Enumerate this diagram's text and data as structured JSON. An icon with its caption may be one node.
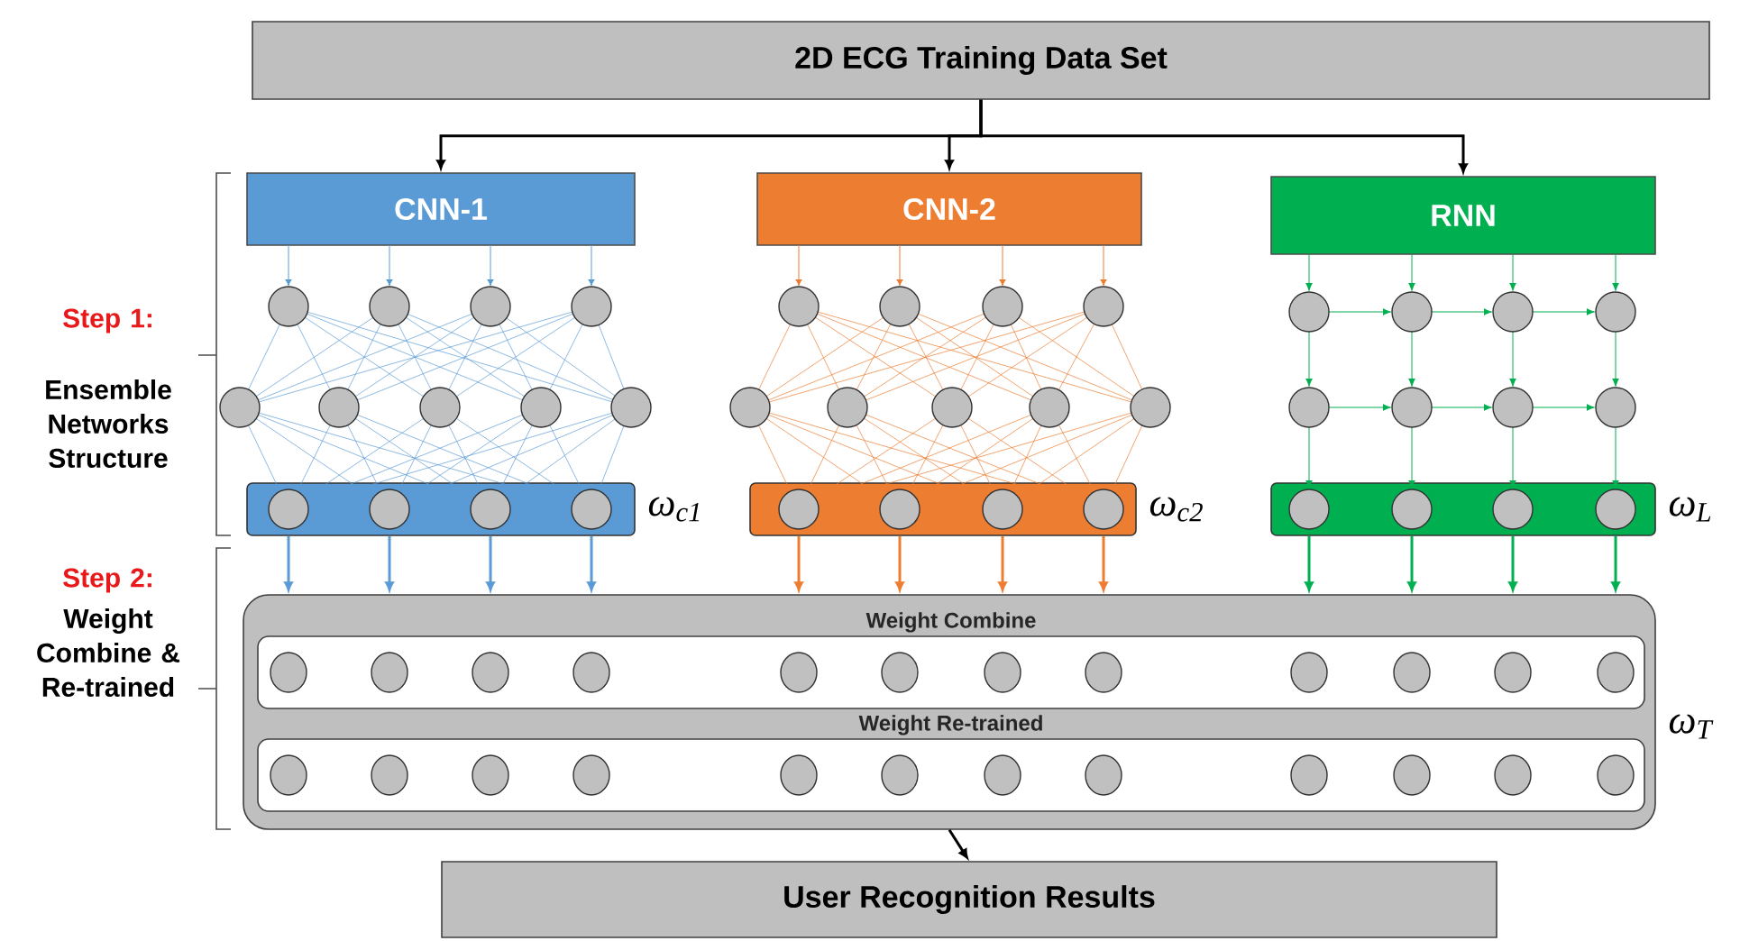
{
  "diagram": {
    "nodes": [
      {
        "text": [
          "2D ECG Training Data Set"
        ]
      },
      {
        "text": [
          "CNN-1"
        ]
      },
      {
        "text": [
          "CNN-2"
        ]
      },
      {
        "text": [
          "RNN"
        ]
      },
      {
        "text": [],
        "shape": "bar",
        "beside": [
          "ω$_{c1}$"
        ]
      },
      {
        "text": [],
        "shape": "bar",
        "beside": [
          "ω$_{c2}$"
        ]
      },
      {
        "text": [],
        "shape": "bar",
        "beside": [
          "ω$_{L}$"
        ]
      },
      {
        "text": [],
        "shape": "box",
        "beside": [
          "ω$_{T}$"
        ]
      },
      {
        "text": [
          "Weight Combine"
        ],
        "in": 7
      },
      {
        "text": [
          "Weight Re-trained"
        ],
        "in": 7
      },
      {
        "text": [
          "User Recognition Results"
        ]
      }
    ],
    "edges": [
      {
        "from": 0,
        "to": 1,
        "arrow": "to",
        "color": "#000000"
      },
      {
        "from": 0,
        "to": 2,
        "arrow": "to",
        "color": "#000000"
      },
      {
        "from": 0,
        "to": 3,
        "arrow": "to",
        "color": "#000000"
      },
      {
        "from": 4,
        "to": 7,
        "arrow": "to",
        "color": "#5b9bd5"
      },
      {
        "from": 4,
        "to": 7,
        "arrow": "to",
        "color": "#5b9bd5"
      },
      {
        "from": 4,
        "to": 7,
        "arrow": "to",
        "color": "#5b9bd5"
      },
      {
        "from": 4,
        "to": 7,
        "arrow": "to",
        "color": "#5b9bd5"
      },
      {
        "from": 5,
        "to": 7,
        "arrow": "to",
        "color": "#ed7d31"
      },
      {
        "from": 5,
        "to": 7,
        "arrow": "to",
        "color": "#ed7d31"
      },
      {
        "from": 5,
        "to": 7,
        "arrow": "to",
        "color": "#ed7d31"
      },
      {
        "from": 5,
        "to": 7,
        "arrow": "to",
        "color": "#ed7d31"
      },
      {
        "from": 6,
        "to": 7,
        "arrow": "to",
        "color": "#00b050"
      },
      {
        "from": 6,
        "to": 7,
        "arrow": "to",
        "color": "#00b050"
      },
      {
        "from": 6,
        "to": 7,
        "arrow": "to",
        "color": "#00b050"
      },
      {
        "from": 6,
        "to": 7,
        "arrow": "to",
        "color": "#00b050"
      },
      {
        "from": 7,
        "to": 10,
        "arrow": "to",
        "color": "#000000"
      }
    ],
    "labels": [
      "Step 1:",
      "Ensemble Networks Structure",
      "Step 2:",
      "Weight Combine & Re-trained"
    ]
  }
}
